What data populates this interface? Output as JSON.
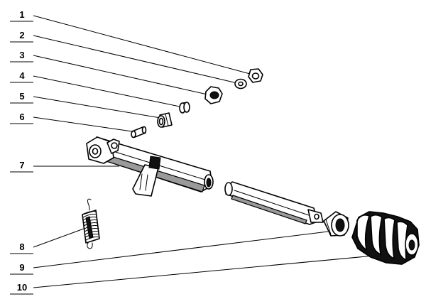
{
  "callouts": [
    {
      "label": "1",
      "part": "nut"
    },
    {
      "label": "2",
      "part": "washer"
    },
    {
      "label": "3",
      "part": "flanged-nut"
    },
    {
      "label": "4",
      "part": "spring-washer"
    },
    {
      "label": "5",
      "part": "bushing"
    },
    {
      "label": "6",
      "part": "pin"
    },
    {
      "label": "7",
      "part": "shaft-assembly"
    },
    {
      "label": "8",
      "part": "tension-spring"
    },
    {
      "label": "9",
      "part": "sleeve"
    },
    {
      "label": "10",
      "part": "rubber-boot"
    }
  ]
}
